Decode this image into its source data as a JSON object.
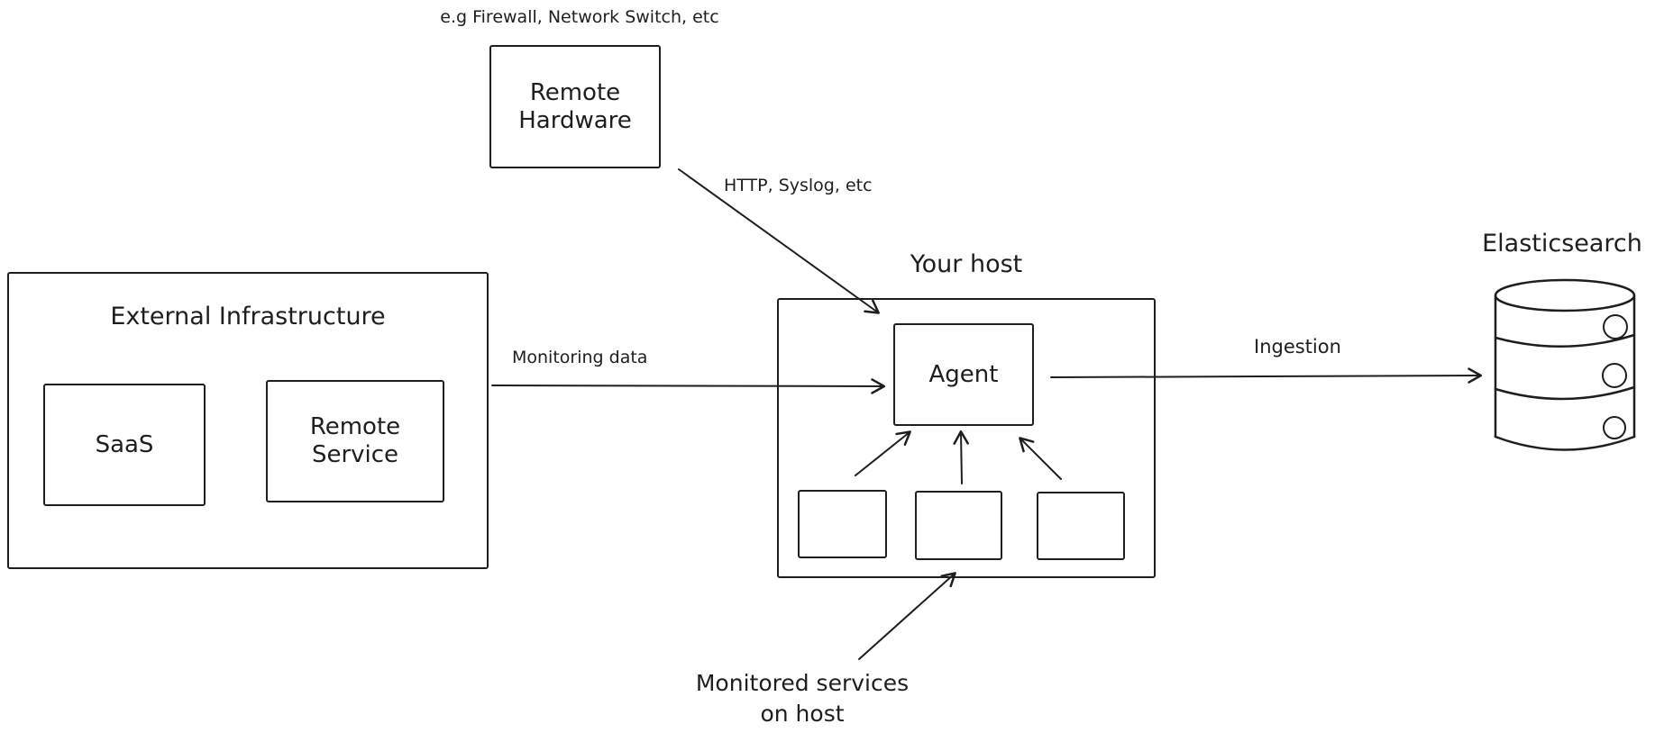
{
  "diagram": {
    "type": "architecture-sketch",
    "colors": {
      "stroke": "#1e1e1e",
      "background": "#ffffff"
    },
    "nodes": {
      "remote_hardware": {
        "label": "Remote Hardware",
        "note": "e.g Firewall, Network Switch, etc"
      },
      "external_infrastructure": {
        "label": "External Infrastructure"
      },
      "saas": {
        "label": "SaaS"
      },
      "remote_service": {
        "label": "Remote Service"
      },
      "your_host": {
        "label": "Your host"
      },
      "agent": {
        "label": "Agent"
      },
      "host_service_boxes": {
        "count": 3,
        "label": ""
      },
      "monitored_services_note": {
        "label": "Monitored services on host"
      },
      "elasticsearch": {
        "label": "Elasticsearch"
      }
    },
    "edges": [
      {
        "from": "remote_hardware",
        "to": "agent",
        "label": "HTTP, Syslog, etc"
      },
      {
        "from": "external_infrastructure",
        "to": "agent",
        "label": "Monitoring data"
      },
      {
        "from": "agent",
        "to": "elasticsearch",
        "label": "Ingestion"
      },
      {
        "from": "host_service_box_1",
        "to": "agent",
        "label": ""
      },
      {
        "from": "host_service_box_2",
        "to": "agent",
        "label": ""
      },
      {
        "from": "host_service_box_3",
        "to": "agent",
        "label": ""
      },
      {
        "from": "monitored_services_note",
        "to": "host_service_boxes",
        "label": ""
      }
    ]
  }
}
